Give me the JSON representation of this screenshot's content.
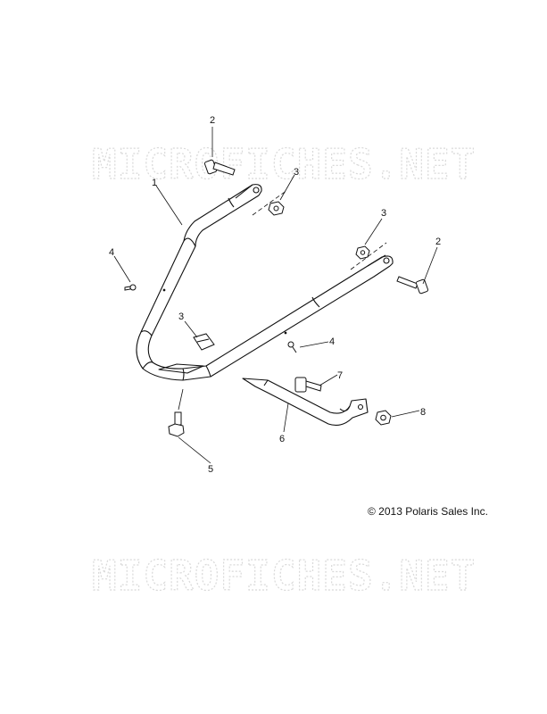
{
  "watermark": {
    "text": "MICROFICHES.NET"
  },
  "copyright": "© 2013 Polaris Sales Inc.",
  "callouts": {
    "c1": "1",
    "c2a": "2",
    "c2b": "2",
    "c3a": "3",
    "c3b": "3",
    "c3c": "3",
    "c4a": "4",
    "c4b": "4",
    "c5": "5",
    "c6": "6",
    "c7": "7",
    "c8": "8"
  }
}
